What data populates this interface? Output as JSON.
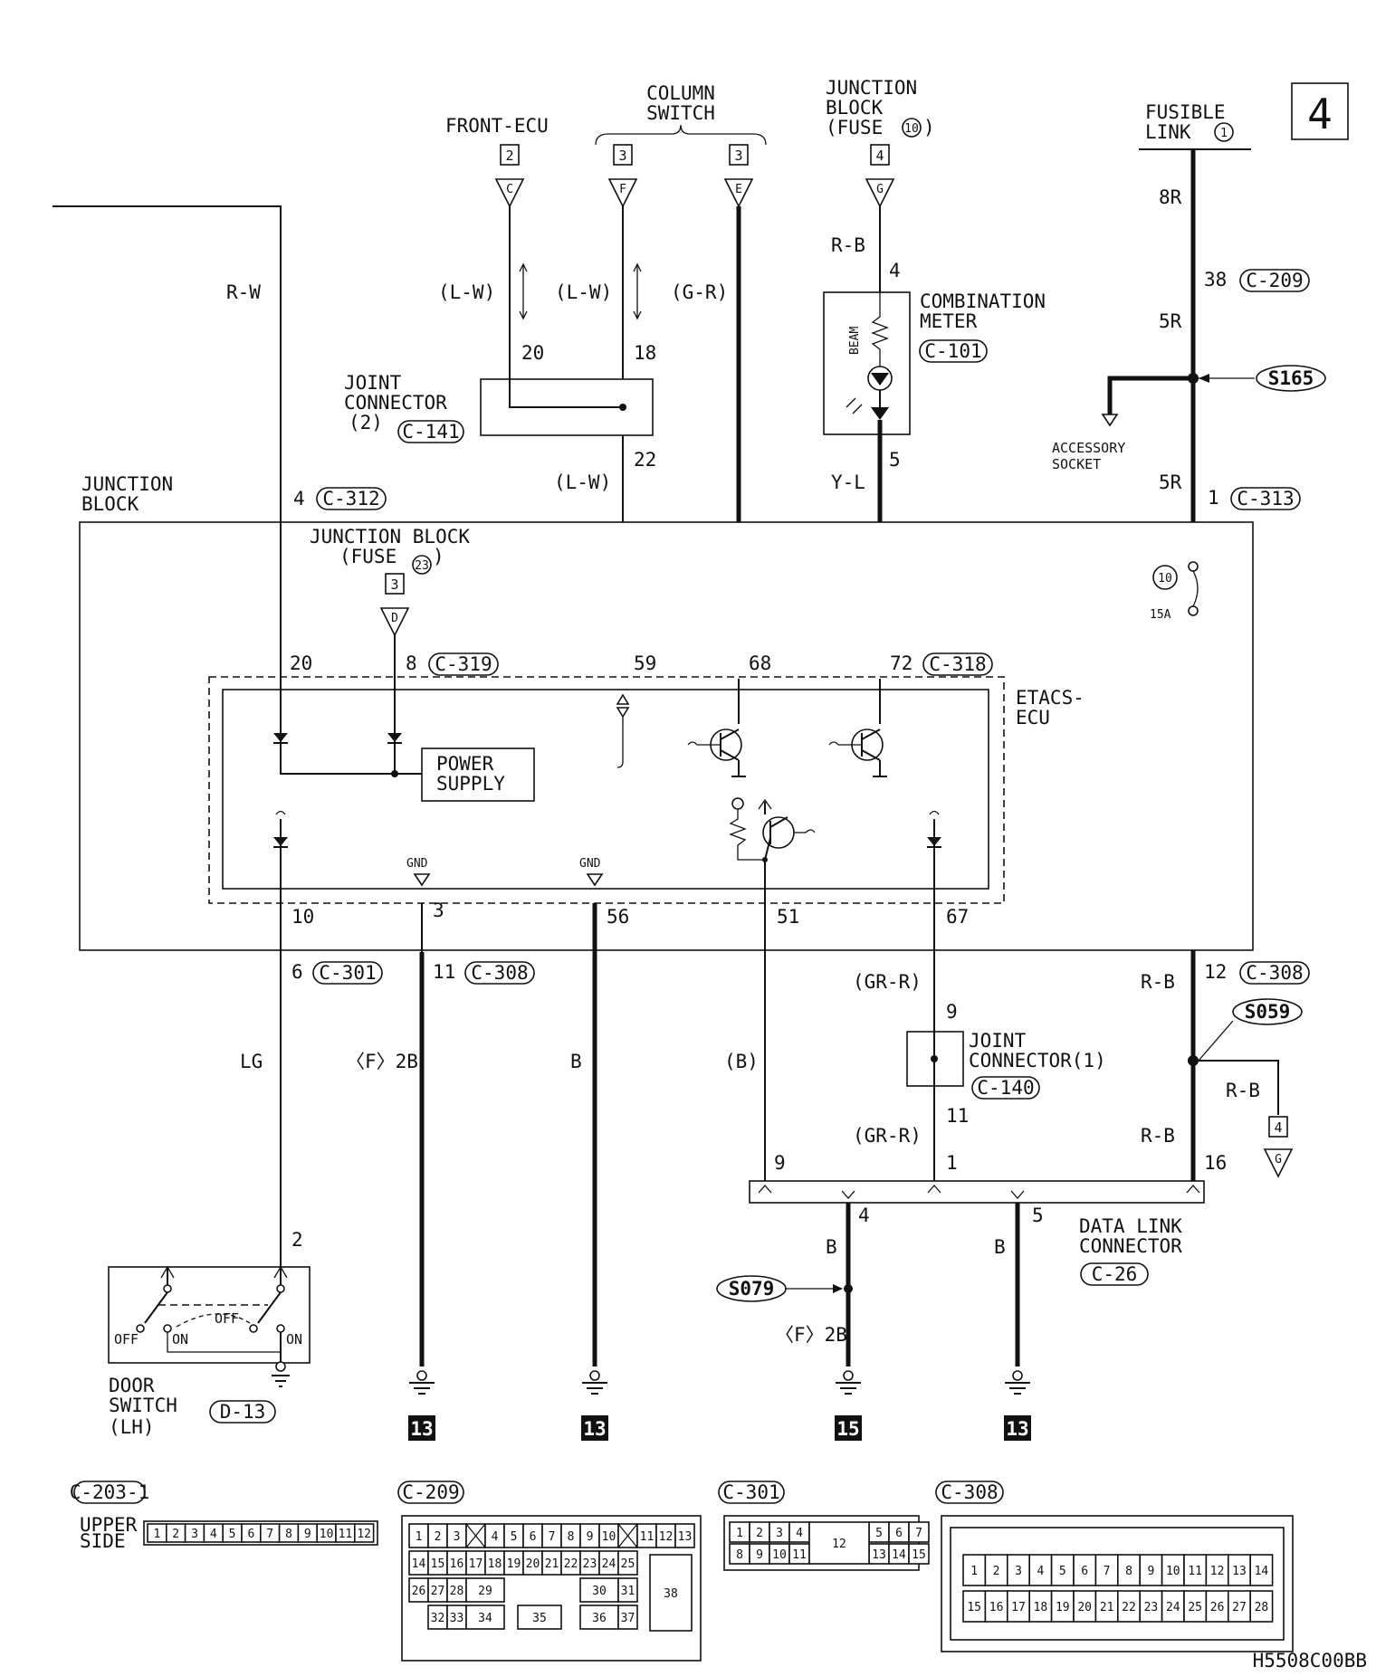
{
  "page_number": "4",
  "diagram_code": "H5508C00BB",
  "labels": {
    "front_ecu": "FRONT-ECU",
    "column_switch_1": "COLUMN",
    "column_switch_2": "SWITCH",
    "jb_fuse10_1": "JUNCTION",
    "jb_fuse10_2": "BLOCK",
    "jb_fuse10_3": "(FUSE",
    "jb_fuse10_num": "10",
    "fusible_1": "FUSIBLE",
    "fusible_2": "LINK",
    "fusible_num": "1",
    "comb_meter_1": "COMBINATION",
    "comb_meter_2": "METER",
    "comb_meter_conn": "C-101",
    "beam": "BEAM",
    "joint2_1": "JOINT",
    "joint2_2": "CONNECTOR",
    "joint2_3": "(2)",
    "joint2_conn": "C-141",
    "accessory_1": "ACCESSORY",
    "accessory_2": "SOCKET",
    "splice_s165": "S165",
    "jb_outer_1": "JUNCTION",
    "jb_outer_2": "BLOCK",
    "jb_inner_1": "JUNCTION BLOCK",
    "jb_inner_2": "(FUSE",
    "jb_inner_num": "23",
    "etacs_1": "ETACS-",
    "etacs_2": "ECU",
    "power_supply_1": "POWER",
    "power_supply_2": "SUPPLY",
    "gnd": "GND",
    "fuse_num": "10",
    "fuse_rating": "15A",
    "joint1_1": "JOINT",
    "joint1_2": "CONNECTOR(1)",
    "joint1_conn": "C-140",
    "splice_s059": "S059",
    "splice_s079": "S079",
    "dlc_1": "DATA LINK",
    "dlc_2": "CONNECTOR",
    "dlc_conn": "C-26",
    "door_1": "DOOR",
    "door_2": "SWITCH",
    "door_3": "(LH)",
    "door_conn": "D-13",
    "off": "OFF",
    "on": "ON",
    "upper_side_1": "UPPER",
    "upper_side_2": "SIDE"
  },
  "sheet_refs": {
    "front_ecu": "2",
    "col_f": "3",
    "col_e": "3",
    "fuse10": "4",
    "jb23": "3",
    "s059_out": "4",
    "letter_c": "C",
    "letter_f": "F",
    "letter_e": "E",
    "letter_g": "G",
    "letter_d": "D",
    "letter_g2": "G"
  },
  "wires": {
    "rw": "R-W",
    "lw1": "(L-W)",
    "lw2": "(L-W)",
    "gr": "(G-R)",
    "rb_top": "R-B",
    "r8": "8R",
    "r5a": "5R",
    "r5b": "5R",
    "lw3": "(L-W)",
    "yl": "Y-L",
    "lg": "LG",
    "f2b": "〈F〉2B",
    "b1": "B",
    "b_paren": "(B)",
    "grr1": "(GR-R)",
    "grr2": "(GR-R)",
    "rb1": "R-B",
    "rb2": "R-B",
    "rb3": "R-B",
    "b_dlc4": "B",
    "b_dlc5": "B",
    "f2b2": "〈F〉2B"
  },
  "pins": {
    "p20a": "20",
    "p18": "18",
    "p22": "22",
    "p4m": "4",
    "p5m": "5",
    "p38": "38",
    "p4jb": "4",
    "p1": "1",
    "p20b": "20",
    "p8": "8",
    "p59": "59",
    "p68": "68",
    "p72": "72",
    "p10": "10",
    "p3": "3",
    "p56": "56",
    "p51": "51",
    "p67": "67",
    "p6": "6",
    "p11": "11",
    "p12": "12",
    "p9j": "9",
    "p11j": "11",
    "p9d": "9",
    "p1d": "1",
    "p16": "16",
    "p4d": "4",
    "p5d": "5",
    "p2": "2"
  },
  "connectors": {
    "c209": "C-209",
    "c313": "C-313",
    "c312": "C-312",
    "c319": "C-319",
    "c318": "C-318",
    "c301": "C-301",
    "c308": "C-308",
    "c308b": "C-308"
  },
  "grounds": {
    "g1": "13",
    "g2": "13",
    "g3": "15",
    "g4": "13"
  },
  "connector_views": {
    "c203_1": {
      "title": "C-203-1",
      "pins": [
        "1",
        "2",
        "3",
        "4",
        "5",
        "6",
        "7",
        "8",
        "9",
        "10",
        "11",
        "12"
      ]
    },
    "c209": {
      "title": "C-209",
      "row1": [
        "1",
        "2",
        "3",
        "",
        "4",
        "5",
        "6",
        "7",
        "8",
        "9",
        "10",
        "",
        "11",
        "12",
        "13"
      ],
      "row2": [
        "14",
        "15",
        "16",
        "17",
        "18",
        "19",
        "20",
        "21",
        "22",
        "23",
        "24",
        "25"
      ],
      "row3": [
        "26",
        "27",
        "28",
        "29",
        "30",
        "31"
      ],
      "row4": [
        "32",
        "33",
        "34",
        "35",
        "36",
        "37"
      ],
      "big": "38"
    },
    "c301": {
      "title": "C-301",
      "row1": [
        "1",
        "2",
        "3",
        "4",
        "5",
        "6",
        "7"
      ],
      "row2": [
        "8",
        "9",
        "10",
        "11",
        "13",
        "14",
        "15"
      ],
      "mid": "12"
    },
    "c308": {
      "title": "C-308",
      "row1": [
        "1",
        "2",
        "3",
        "4",
        "5",
        "6",
        "7",
        "8",
        "9",
        "10",
        "11",
        "12",
        "13",
        "14"
      ],
      "row2": [
        "15",
        "16",
        "17",
        "18",
        "19",
        "20",
        "21",
        "22",
        "23",
        "24",
        "25",
        "26",
        "27",
        "28"
      ]
    }
  }
}
